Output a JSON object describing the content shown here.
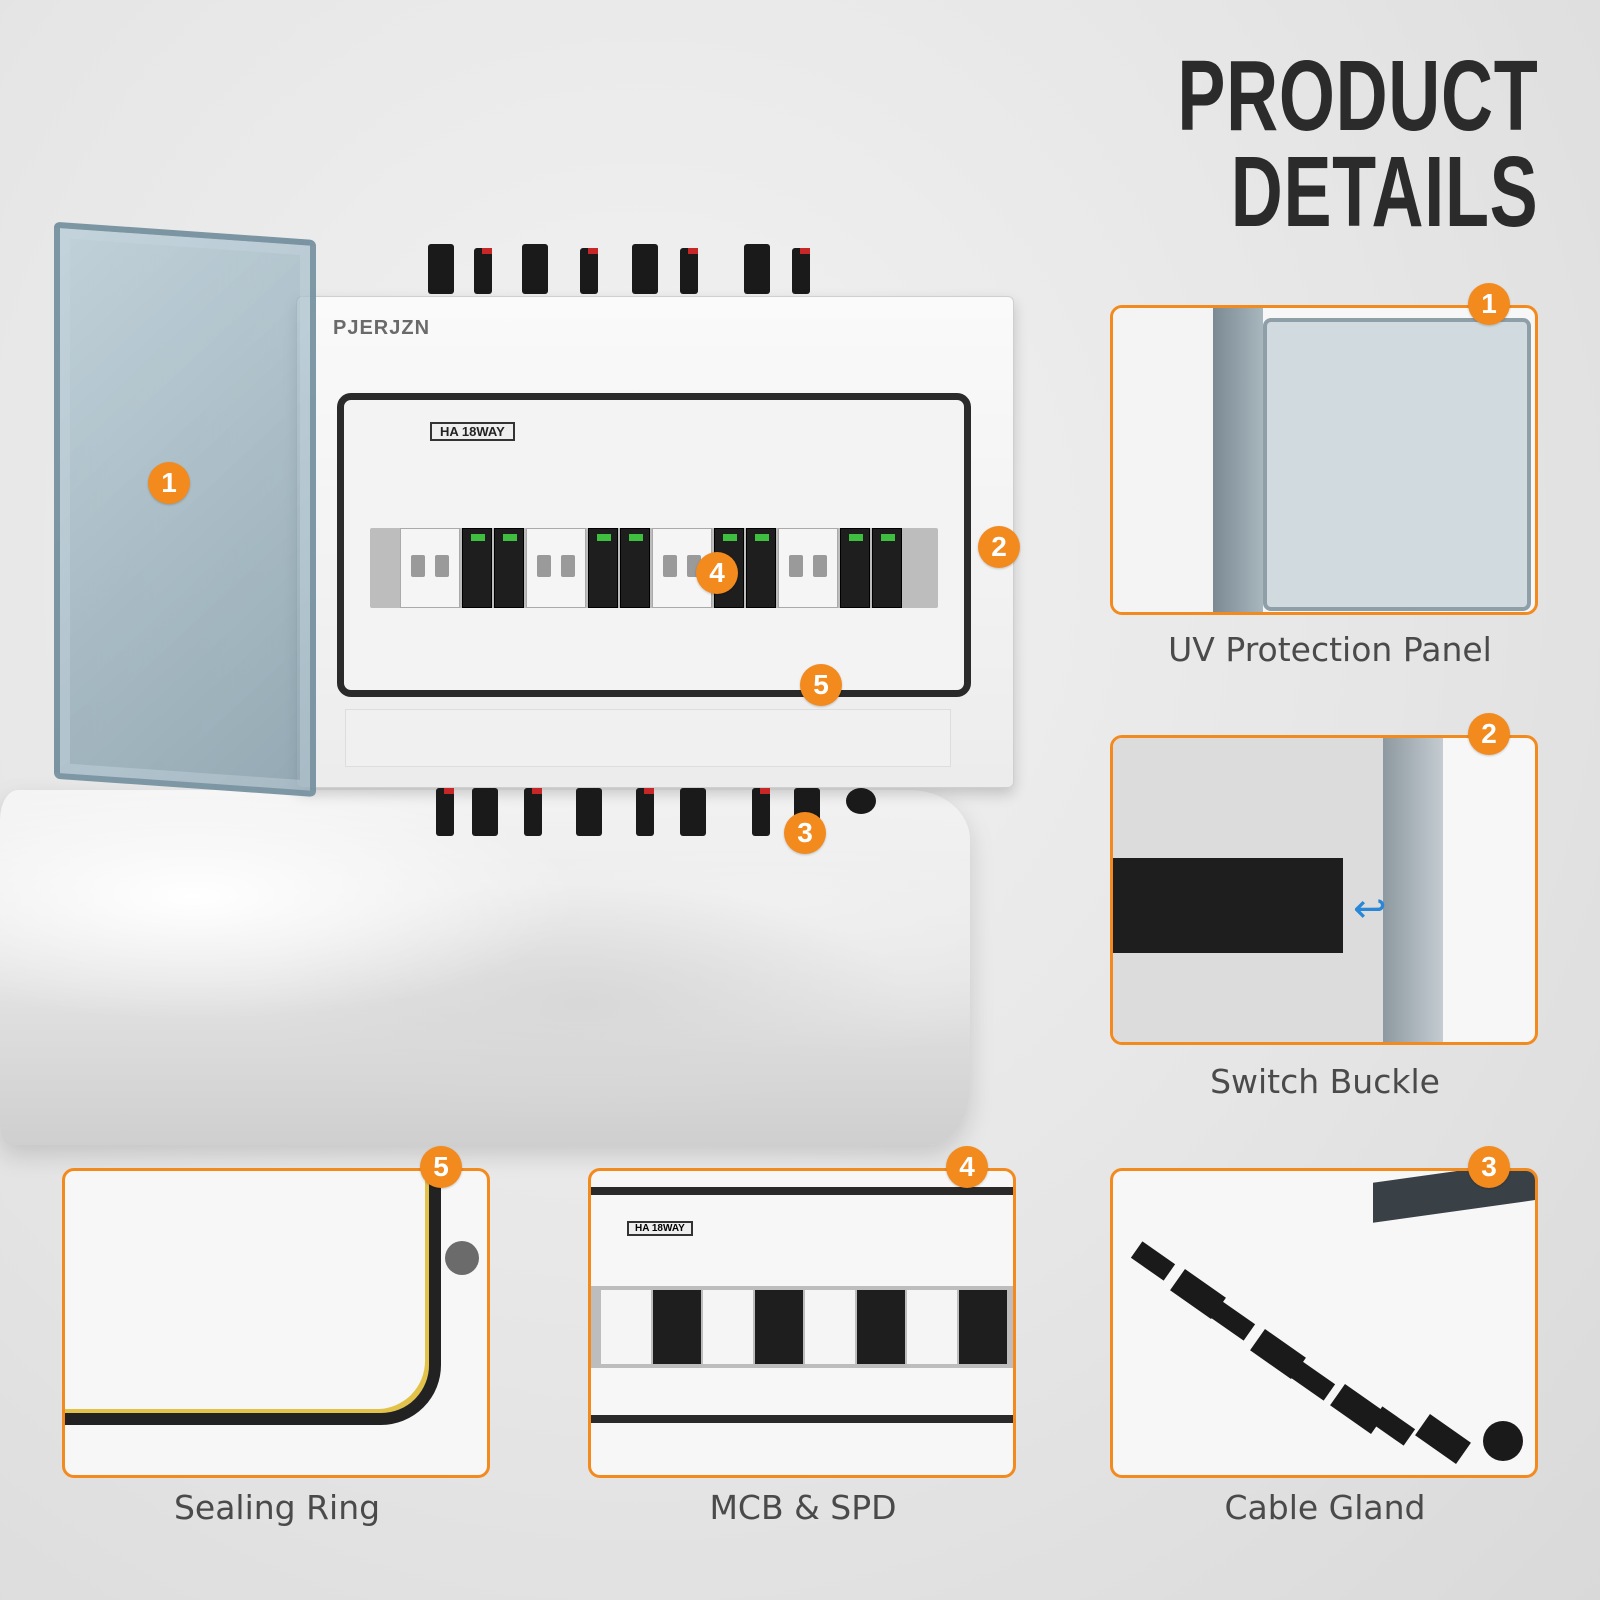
{
  "title": {
    "line1": "PRODUCT",
    "line2": "DETAILS"
  },
  "brand": "PJERJZN",
  "model_label": "HA 18WAY",
  "callouts": {
    "door": "1",
    "buckle": "2",
    "gland": "3",
    "breakers": "4",
    "seal": "5"
  },
  "details": [
    {
      "number": "1",
      "caption": "UV Protection Panel"
    },
    {
      "number": "2",
      "caption": "Switch Buckle"
    },
    {
      "number": "3",
      "caption": "Cable Gland"
    },
    {
      "number": "4",
      "caption": "MCB & SPD"
    },
    {
      "number": "5",
      "caption": "Sealing Ring"
    }
  ],
  "accent_color": "#f28a1e",
  "icons": {
    "arrow": "curved-arrow-icon"
  }
}
